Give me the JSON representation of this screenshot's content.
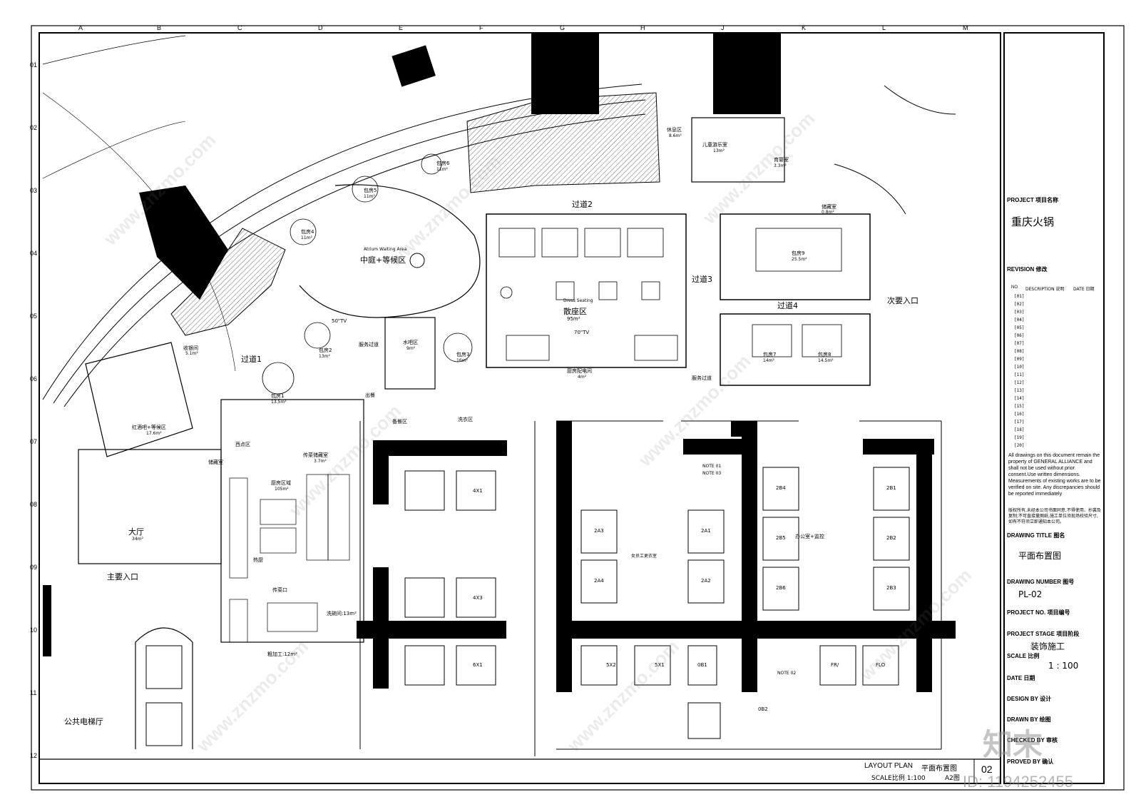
{
  "grid": {
    "letters": [
      "A",
      "B",
      "C",
      "D",
      "E",
      "F",
      "G",
      "H",
      "J",
      "K",
      "L",
      "M"
    ],
    "numbers": [
      "01",
      "02",
      "03",
      "04",
      "05",
      "06",
      "07",
      "08",
      "09",
      "10",
      "11",
      "12"
    ]
  },
  "rooms": {
    "atrium": "中庭+等候区",
    "atrium_en": "Atrium Waiting Area",
    "open_seating": "散座区",
    "open_seating_area": "95m²",
    "open_seating_en": "Dress Seating",
    "corridor2": "过道2",
    "corridor1": "过道1",
    "corridor3": "过道3",
    "corridor4": "过道4",
    "private_room1": "包房1",
    "private_room1_area": "13.5m²",
    "private_room2": "包房2",
    "private_room2_area": "13m²",
    "private_room3": "包房3",
    "private_room3_area": "16m²",
    "private_room4": "包房4",
    "private_room4_area": "11m²",
    "private_room5": "包房5",
    "private_room5_area": "11m²",
    "private_room6": "包房6",
    "private_room6_area": "11m²",
    "private_room7": "包房7",
    "private_room7_area": "14m²",
    "private_room8": "包房8",
    "private_room8_area": "14.5m²",
    "private_room9": "包房9",
    "private_room9_area": "25.5m²",
    "rest_area": "休息区",
    "rest_area_size": "8.6m²",
    "kids_play": "儿童游乐室",
    "kids_play_area": "13m²",
    "nursery": "育婴室",
    "nursery_area": "3.3m²",
    "storage": "储藏室",
    "storage_area": "0.8m²",
    "secondary_entrance": "次要入口",
    "bar": "水吧区",
    "bar_area": "9m²",
    "service_corridor": "服务过道",
    "service_corridor2": "服务过道",
    "kitchen_pantry": "厨房配电间",
    "kitchen_pantry_area": "4m²",
    "tv1": "70\"TV",
    "tv2": "50\"TV",
    "outbound": "出餐",
    "prep_area": "备餐区",
    "laundry": "洗衣区",
    "delivery_storage": "传菜储藏室",
    "delivery_storage_area": "3.7m²",
    "kitchen": "厨房区域",
    "kitchen_area": "105m²",
    "dessert": "西点区",
    "storage2": "储藏室",
    "hot_kitchen": "热厨",
    "delivery_port": "传菜口",
    "dish_wash": "洗碗间:13m²",
    "rough_process": "粗加工:12m²",
    "wine_lounge": "红酒吧+等候区",
    "wine_lounge_area": "17.6m²",
    "cashier": "收银间",
    "cashier_area": "5.1m²",
    "lobby": "大厅",
    "lobby_area": "34m²",
    "main_entrance": "主要入口",
    "public_elevator": "公共电梯厅",
    "office": "办公室+监控",
    "staff_wc": "女员工更衣室",
    "shafts": [
      "2A3",
      "2A4",
      "4X1",
      "4X3",
      "6X1",
      "2A1",
      "2A2",
      "2B4",
      "2B5",
      "2B6",
      "2B1",
      "2B2",
      "2B3",
      "5X2",
      "5X1",
      "0B1",
      "FR/",
      "FLO",
      "0B2"
    ],
    "notes": [
      "NOTE 01",
      "NOTE 03",
      "NOTE 02"
    ]
  },
  "caption": {
    "title_en": "LAYOUT PLAN",
    "title_cn": "平面布置图",
    "scale": "SCALE比例 1:100",
    "size": "A2图",
    "sheet_no": "02"
  },
  "titleblock": {
    "project_label": "PROJECT 项目名称",
    "project": "重庆火锅",
    "revision_label": "REVISION 修改",
    "rev_head_no": "NO",
    "rev_head_desc": "DESCRIPTION 说明",
    "rev_head_date": "DATE 日期",
    "revs": [
      "[01]",
      "[02]",
      "[03]",
      "[04]",
      "[05]",
      "[06]",
      "[07]",
      "[08]",
      "[09]",
      "[10]",
      "[11]",
      "[12]",
      "[13]",
      "[14]",
      "[15]",
      "[16]",
      "[17]",
      "[18]",
      "[19]",
      "[20]"
    ],
    "notice_en": "All drawings on this document remain the property of GENERAL ALLIANCE and shall not be used without prior consent.Use written dimensions. Measurements of existing works are to be verified on site. Any discrepancies should be reported immediately",
    "notice_cn": "版权所有,未经本公司书面同意,不得使用、抄袭及复制;不可直接量图纸;施工单位须现场校验尺寸,如有不符须立即通知本公司。",
    "drawing_title_label": "DRAWING TITLE 图名",
    "drawing_title": "平面布置图",
    "drawing_number_label": "DRAWING NUMBER 图号",
    "drawing_number": "PL-02",
    "project_no_label": "PROJECT NO. 项目编号",
    "project_stage_label": "PROJECT STAGE 项目阶段",
    "project_stage": "装饰施工",
    "scale_label": "SCALE 比例",
    "scale": "1 : 100",
    "date_label": "DATE 日期",
    "design_label": "DESIGN BY 设计",
    "drawn_label": "DRAWN BY 绘图",
    "checked_label": "CHECKED BY 审核",
    "approved_label": "PROVED BY 确认"
  },
  "watermark": {
    "site": "www.znzmo.com",
    "brand": "知末",
    "id": "ID: 1194252455"
  }
}
